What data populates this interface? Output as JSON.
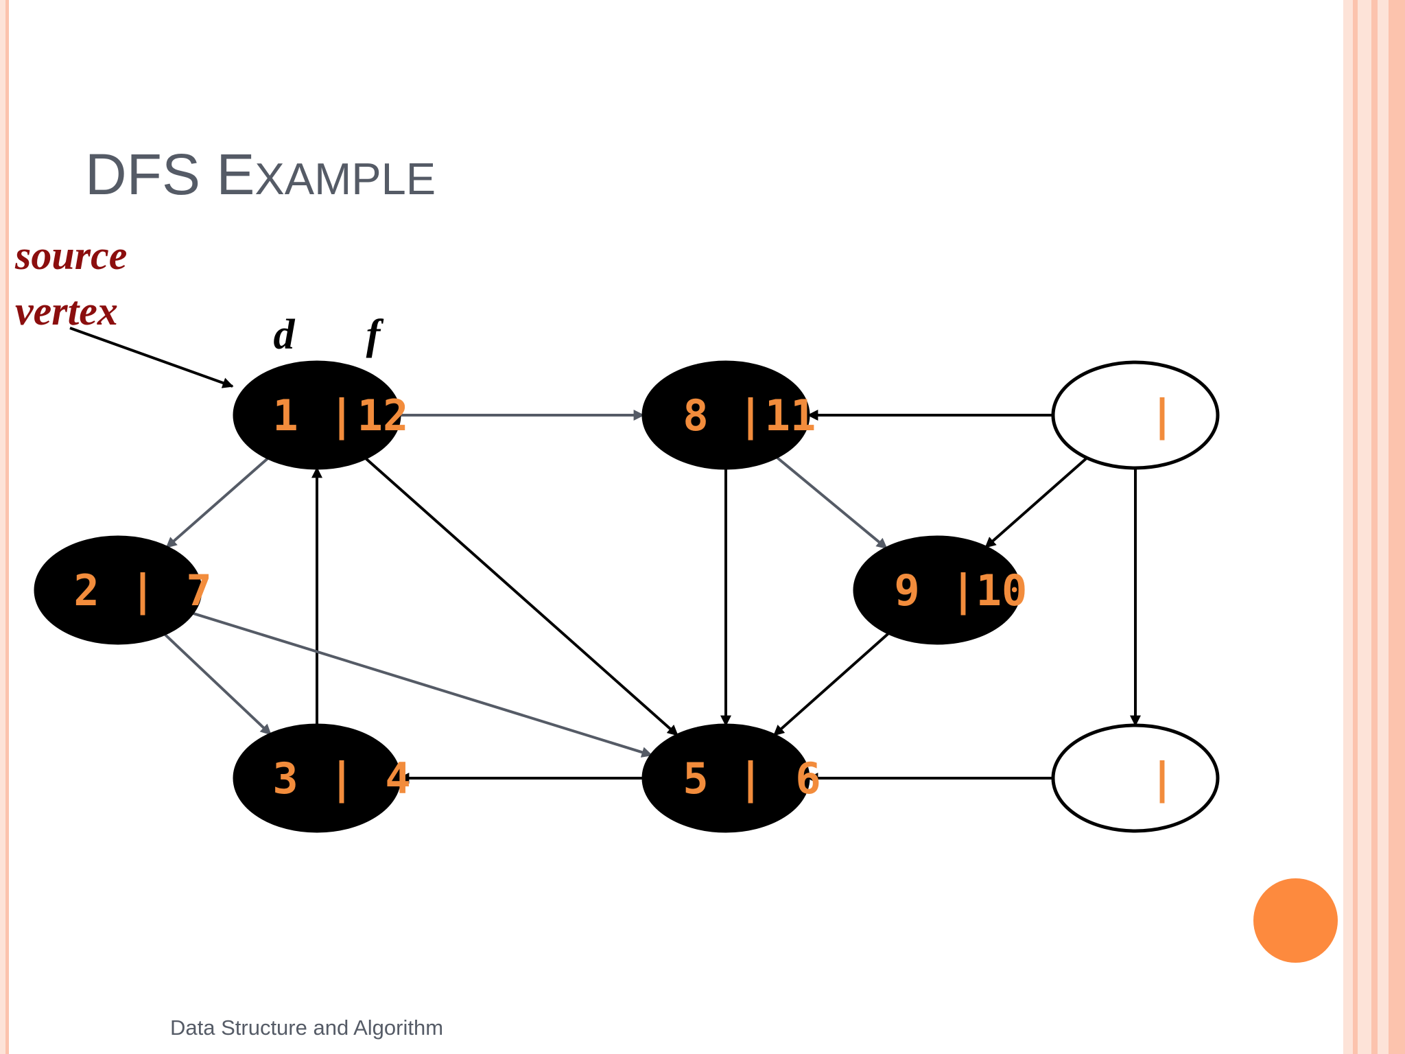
{
  "slide": {
    "title_first": "DFS E",
    "title_rest": "XAMPLE",
    "source_label_line1": "source",
    "source_label_line2": "vertex",
    "footer": "Data Structure and Algorithm"
  },
  "colors": {
    "title": "#555b66",
    "source_label": "#8b0e0e",
    "finished_vertex_fill": "#000000",
    "unvisited_vertex_fill": "#ffffff",
    "vertex_label": "#f28c3c",
    "edge_dark": "#000000",
    "edge_gray": "#555b66",
    "accent_circle": "#fd8a3e",
    "stripe_light": "#fde3d8",
    "stripe_mid": "#fcc3ad"
  },
  "diagram": {
    "column_labels": {
      "discovery": "d",
      "finish": "f"
    },
    "vertices": [
      {
        "id": "v1",
        "d": "1",
        "sep": "|",
        "f": "12",
        "state": "finished"
      },
      {
        "id": "v8",
        "d": "8",
        "sep": "|",
        "f": "11",
        "state": "finished"
      },
      {
        "id": "vtr",
        "d": "",
        "sep": "|",
        "f": "",
        "state": "unvisited"
      },
      {
        "id": "v2",
        "d": "2",
        "sep": "|",
        "f": "7",
        "state": "finished"
      },
      {
        "id": "v9",
        "d": "9",
        "sep": "|",
        "f": "10",
        "state": "finished"
      },
      {
        "id": "v3",
        "d": "3",
        "sep": "|",
        "f": "4",
        "state": "finished"
      },
      {
        "id": "v5",
        "d": "5",
        "sep": "|",
        "f": "6",
        "state": "finished"
      },
      {
        "id": "vbr",
        "d": "",
        "sep": "|",
        "f": "",
        "state": "unvisited"
      }
    ],
    "edges": [
      {
        "from": "v1",
        "to": "v8",
        "style": "gray"
      },
      {
        "from": "vtr",
        "to": "v8",
        "style": "dark"
      },
      {
        "from": "v1",
        "to": "v2",
        "style": "gray"
      },
      {
        "from": "v1",
        "to": "v5",
        "style": "dark"
      },
      {
        "from": "v3",
        "to": "v1",
        "style": "dark"
      },
      {
        "from": "v2",
        "to": "v3",
        "style": "gray"
      },
      {
        "from": "v2",
        "to": "v5",
        "style": "gray"
      },
      {
        "from": "v8",
        "to": "v5",
        "style": "dark"
      },
      {
        "from": "v8",
        "to": "v9",
        "style": "gray"
      },
      {
        "from": "vtr",
        "to": "v9",
        "style": "dark"
      },
      {
        "from": "v9",
        "to": "v5",
        "style": "dark"
      },
      {
        "from": "vtr",
        "to": "vbr",
        "style": "dark"
      },
      {
        "from": "v5",
        "to": "v3",
        "style": "dark"
      },
      {
        "from": "vbr",
        "to": "v5",
        "style": "dark"
      }
    ]
  }
}
